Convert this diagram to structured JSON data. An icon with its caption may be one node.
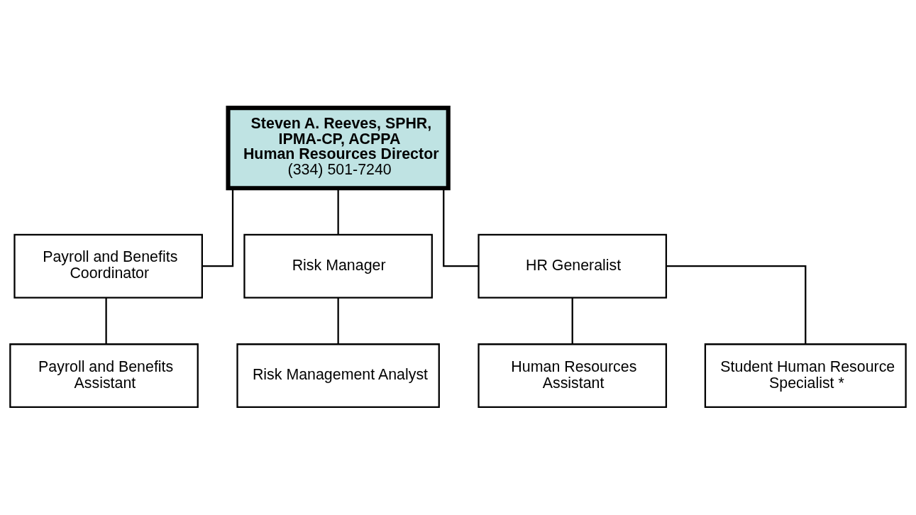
{
  "diagram": {
    "nodes": [
      {
        "text": [
          "Steven A. Reeves, SPHR, IPMA-CP, ACPPA",
          "Human Resources Director",
          "(334) 501-7240"
        ]
      },
      {
        "text": [
          "Payroll and Benefits Coordinator"
        ]
      },
      {
        "text": [
          "Risk Manager"
        ]
      },
      {
        "text": [
          "HR Generalist"
        ]
      },
      {
        "text": [
          "Payroll and Benefits Assistant"
        ]
      },
      {
        "text": [
          "Risk Management Analyst"
        ]
      },
      {
        "text": [
          "Human Resources Assistant"
        ]
      },
      {
        "text": [
          "Student Human Resource Specialist *"
        ]
      }
    ],
    "edges": [
      {
        "from": 0,
        "to": 1,
        "arrow": "none"
      },
      {
        "from": 0,
        "to": 2,
        "arrow": "none"
      },
      {
        "from": 0,
        "to": 3,
        "arrow": "none"
      },
      {
        "from": 1,
        "to": 4,
        "arrow": "none"
      },
      {
        "from": 2,
        "to": 5,
        "arrow": "none"
      },
      {
        "from": 3,
        "to": 6,
        "arrow": "none"
      },
      {
        "from": 3,
        "to": 7,
        "arrow": "none"
      }
    ]
  }
}
